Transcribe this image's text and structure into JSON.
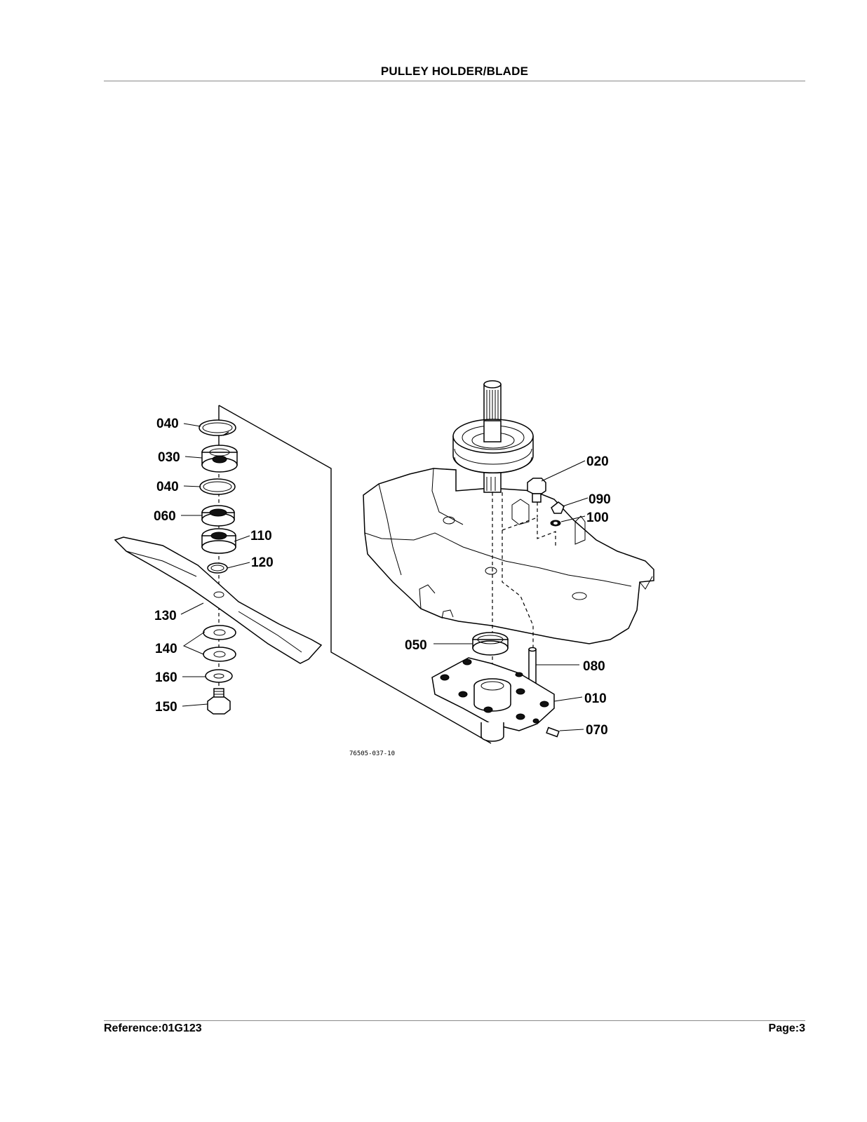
{
  "header": {
    "title": "PULLEY HOLDER/BLADE"
  },
  "diagram": {
    "drawing_code": "76505-037-10",
    "callouts": [
      {
        "id": "left-040-top",
        "label": "040"
      },
      {
        "id": "left-030",
        "label": "030"
      },
      {
        "id": "left-040-lower",
        "label": "040"
      },
      {
        "id": "left-060",
        "label": "060"
      },
      {
        "id": "left-110",
        "label": "110"
      },
      {
        "id": "left-120",
        "label": "120"
      },
      {
        "id": "left-130",
        "label": "130"
      },
      {
        "id": "left-140",
        "label": "140"
      },
      {
        "id": "left-160",
        "label": "160"
      },
      {
        "id": "left-150",
        "label": "150"
      },
      {
        "id": "right-020",
        "label": "020"
      },
      {
        "id": "right-090",
        "label": "090"
      },
      {
        "id": "right-100",
        "label": "100"
      },
      {
        "id": "right-050",
        "label": "050"
      },
      {
        "id": "right-080",
        "label": "080"
      },
      {
        "id": "right-010",
        "label": "010"
      },
      {
        "id": "right-070",
        "label": "070"
      }
    ]
  },
  "footer": {
    "reference": "Reference:01G123",
    "page": "Page:3"
  }
}
